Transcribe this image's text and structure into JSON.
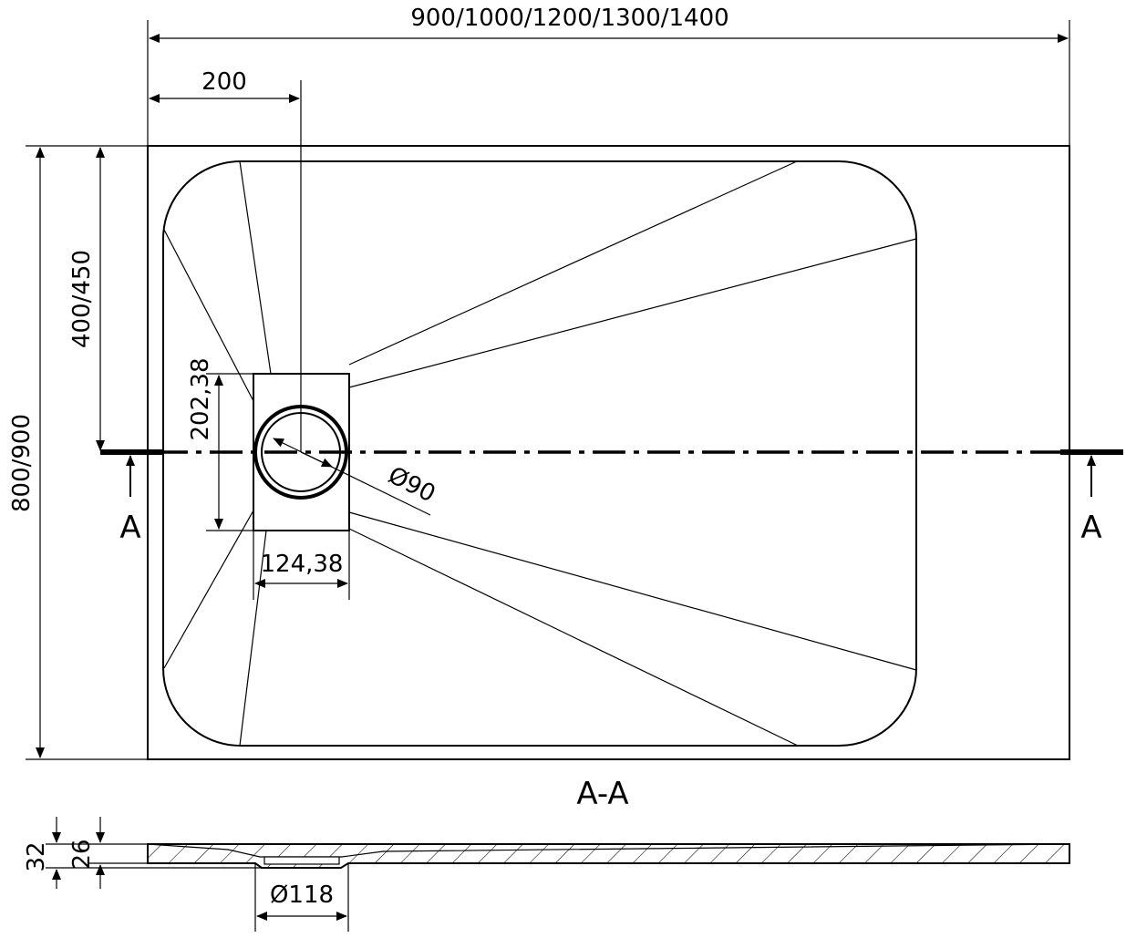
{
  "dimensions": {
    "overall_width": "900/1000/1200/1300/1400",
    "drain_offset_x": "200",
    "drain_offset_y": "400/450",
    "overall_depth": "800/900",
    "drain_box_height": "202,38",
    "drain_box_width": "124,38",
    "drain_diameter": "Ø90",
    "section_height_total": "32",
    "section_height_inner": "26",
    "section_drain_diameter": "Ø118"
  },
  "section_marks": {
    "left": "A",
    "right": "A",
    "section_title": "A-A"
  },
  "colors": {
    "line": "#000000",
    "background": "#ffffff"
  }
}
